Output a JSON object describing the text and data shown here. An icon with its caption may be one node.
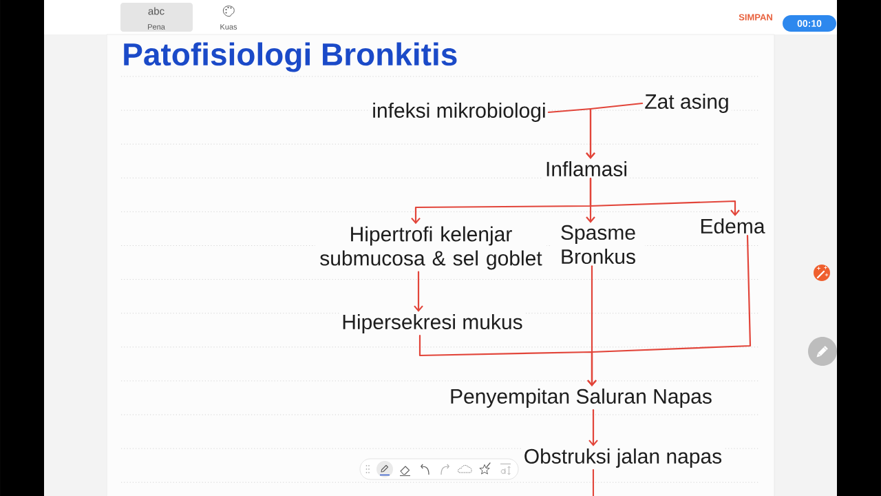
{
  "diagram": {
    "title": "Patofisiologi Bronkitis",
    "nodes": [
      {
        "text": [
          "infeksi mikrobiologi"
        ]
      },
      {
        "text": [
          "Zat asing"
        ]
      },
      {
        "text": [
          "Inflamasi"
        ]
      },
      {
        "text": [
          "Hipertrofi kelenjar submucosa & sel goblet"
        ]
      },
      {
        "text": [
          "Spasme Bronkus"
        ]
      },
      {
        "text": [
          "Edema"
        ]
      },
      {
        "text": [
          "Hipersekresi mukus"
        ]
      },
      {
        "text": [
          "Penyempitan Saluran Napas"
        ]
      },
      {
        "text": [
          "Obstruksi jalan napas"
        ]
      }
    ],
    "edges": [
      {
        "from": 0,
        "to": 2,
        "arrow": "to"
      },
      {
        "from": 1,
        "to": 2,
        "arrow": "to"
      },
      {
        "from": 2,
        "to": 3,
        "arrow": "to"
      },
      {
        "from": 2,
        "to": 4,
        "arrow": "to"
      },
      {
        "from": 2,
        "to": 5,
        "arrow": "to"
      },
      {
        "from": 3,
        "to": 6,
        "arrow": "to"
      },
      {
        "from": 6,
        "to": 7,
        "arrow": "to"
      },
      {
        "from": 4,
        "to": 7,
        "arrow": "to"
      },
      {
        "from": 5,
        "to": 7,
        "arrow": "to"
      },
      {
        "from": 7,
        "to": 8,
        "arrow": "to"
      },
      {
        "from": 8,
        "to": null,
        "arrow": "none"
      }
    ],
    "labels": [
      "abc",
      "Pena",
      "Kuas",
      "SIMPAN",
      "00:10"
    ]
  }
}
